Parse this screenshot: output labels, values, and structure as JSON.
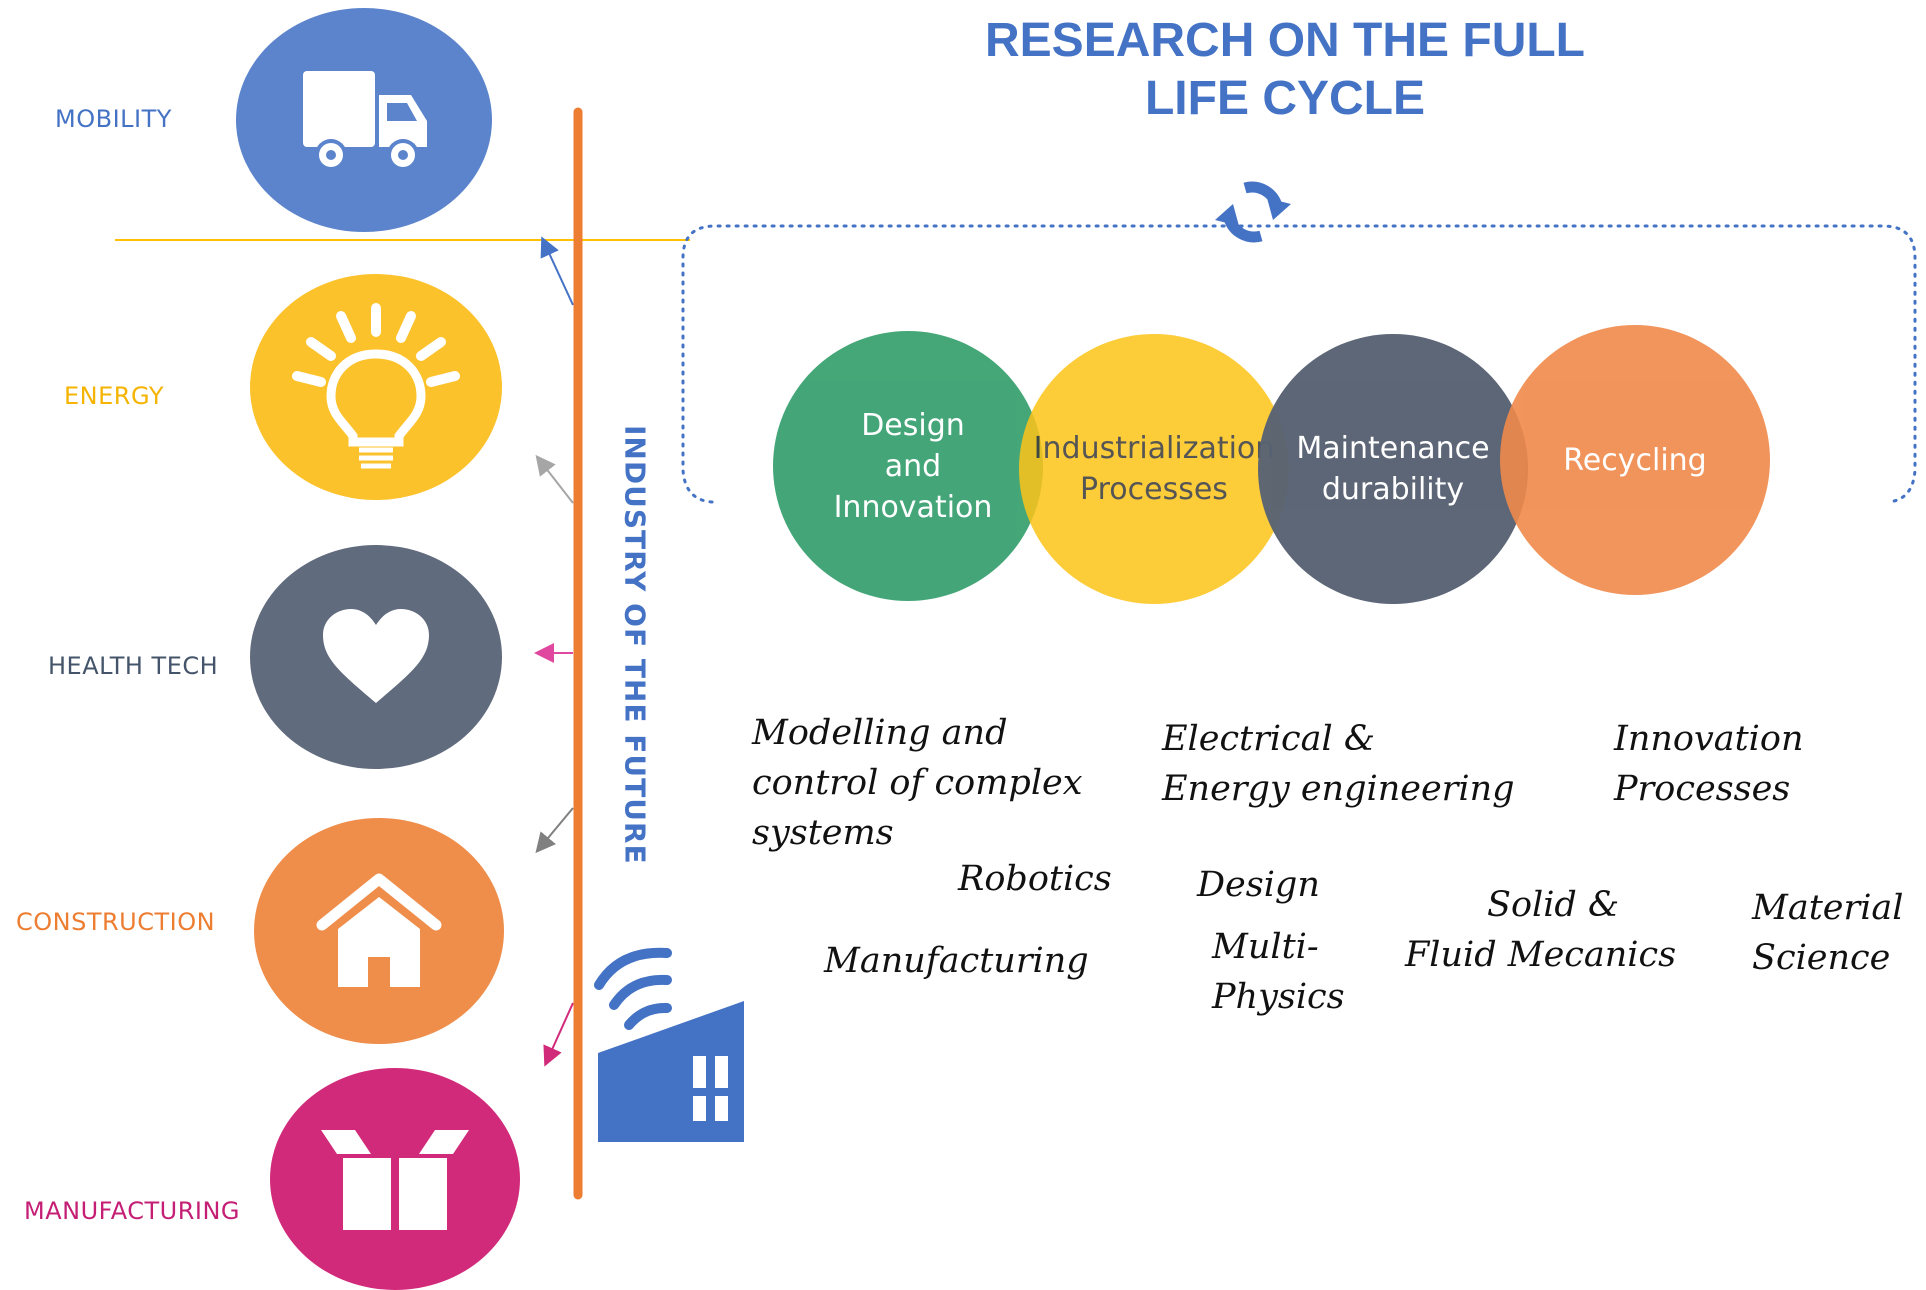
{
  "title": {
    "line1": "RESEARCH ON THE FULL",
    "line2": "LIFE CYCLE"
  },
  "vertical_label": "INDUSTRY OF THE  FUTURE",
  "sectors": [
    {
      "label": "MOBILITY",
      "color": "#5B84CC",
      "icon": "truck-icon"
    },
    {
      "label": "ENERGY",
      "color": "#FCC22B",
      "icon": "lightbulb-icon"
    },
    {
      "label": "HEALTH TECH",
      "color": "#606B7D",
      "icon": "heart-icon"
    },
    {
      "label": "CONSTRUCTION",
      "color": "#EF8D4A",
      "icon": "house-icon"
    },
    {
      "label": "MANUFACTURING",
      "color": "#D22A7A",
      "icon": "box-icon"
    }
  ],
  "lifecycle": [
    {
      "lines": [
        "Design",
        "and",
        "Innovation"
      ],
      "color": "#3BA271"
    },
    {
      "lines": [
        "Industrialization",
        "Processes"
      ],
      "color": "#FCC419"
    },
    {
      "lines": [
        "Maintenance",
        "durability"
      ],
      "color": "#586273"
    },
    {
      "lines": [
        "Recycling"
      ],
      "color": "#F0894A"
    }
  ],
  "disciplines": {
    "modelling": [
      "Modelling and",
      "control of complex",
      "systems"
    ],
    "robotics": "Robotics",
    "manufacturing": "Manufacturing",
    "electrical": [
      "Electrical  &",
      "Energy engineering"
    ],
    "design": "Design",
    "multiphysics": [
      "Multi-",
      "Physics"
    ],
    "solid": [
      "Solid  &",
      "Fluid Mecanics"
    ],
    "innovation": [
      "Innovation",
      "Processes"
    ],
    "material": [
      "Material",
      "Science"
    ]
  },
  "colors": {
    "title": "#4472C4",
    "orange_bar": "#ED7D31",
    "yellow_line": "#FFC000",
    "dotted_bracket": "#4472C4",
    "factory": "#4472C4"
  },
  "icons": [
    "recycle-arrows-icon",
    "wifi-signal-icon",
    "factory-icon"
  ]
}
